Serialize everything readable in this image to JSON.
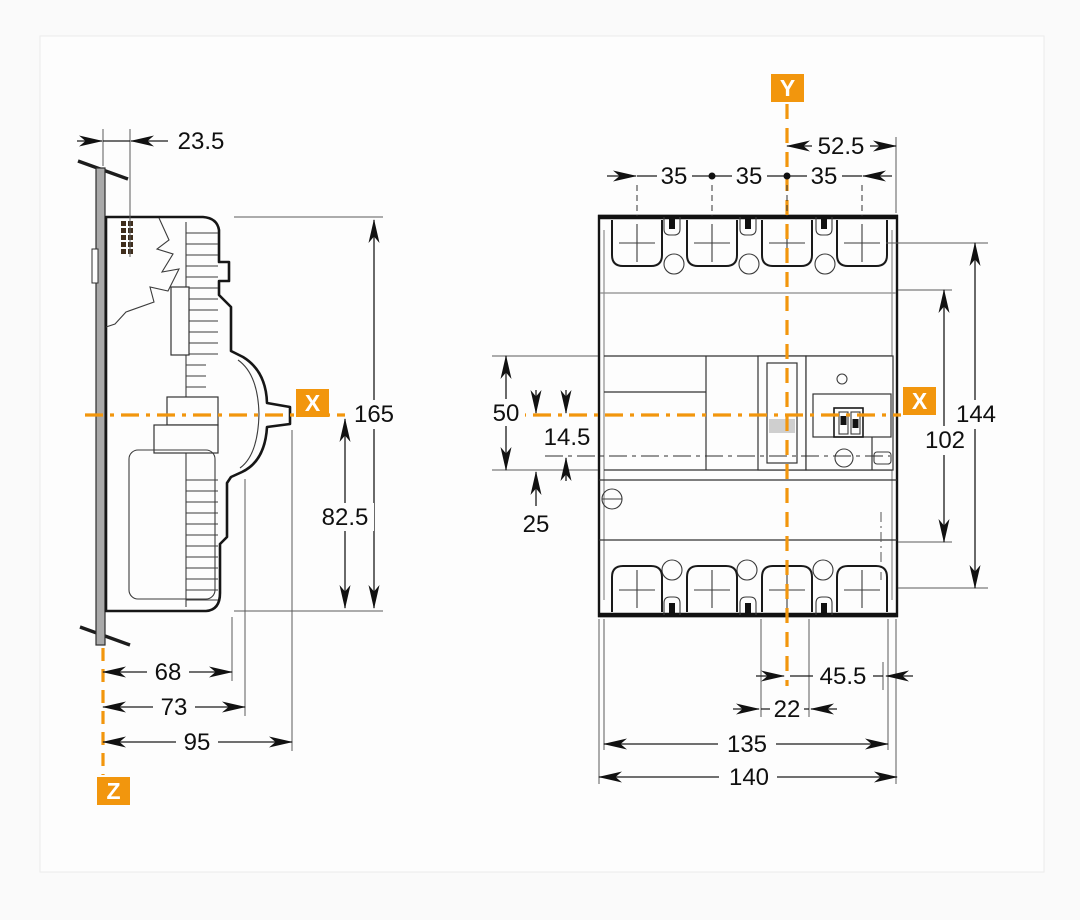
{
  "drawing": {
    "kind": "technical-dimension-drawing",
    "accent_color": "#F2960D",
    "line_color": "#161616",
    "axes": {
      "x": "X",
      "y": "Y",
      "z": "Z"
    },
    "side_view": {
      "dimensions": {
        "mount_offset": "23.5",
        "total_height": "165",
        "axis_to_bottom": "82.5",
        "depth_case": "68",
        "depth_bezel": "73",
        "depth_total": "95"
      }
    },
    "front_view": {
      "dimensions": {
        "pole_pitch": [
          "35",
          "35",
          "35"
        ],
        "axis_y_to_right_top": "52.5",
        "terminal_center_span": "144",
        "case_inner_span": "102",
        "mid_band_height": "50",
        "axis_to_aux_line": "14.5",
        "axis_to_band_bottom": "25",
        "axis_y_to_right_bottom": "45.5",
        "handle_window_width": "22",
        "mounting_width": "135",
        "overall_width": "140"
      }
    }
  }
}
